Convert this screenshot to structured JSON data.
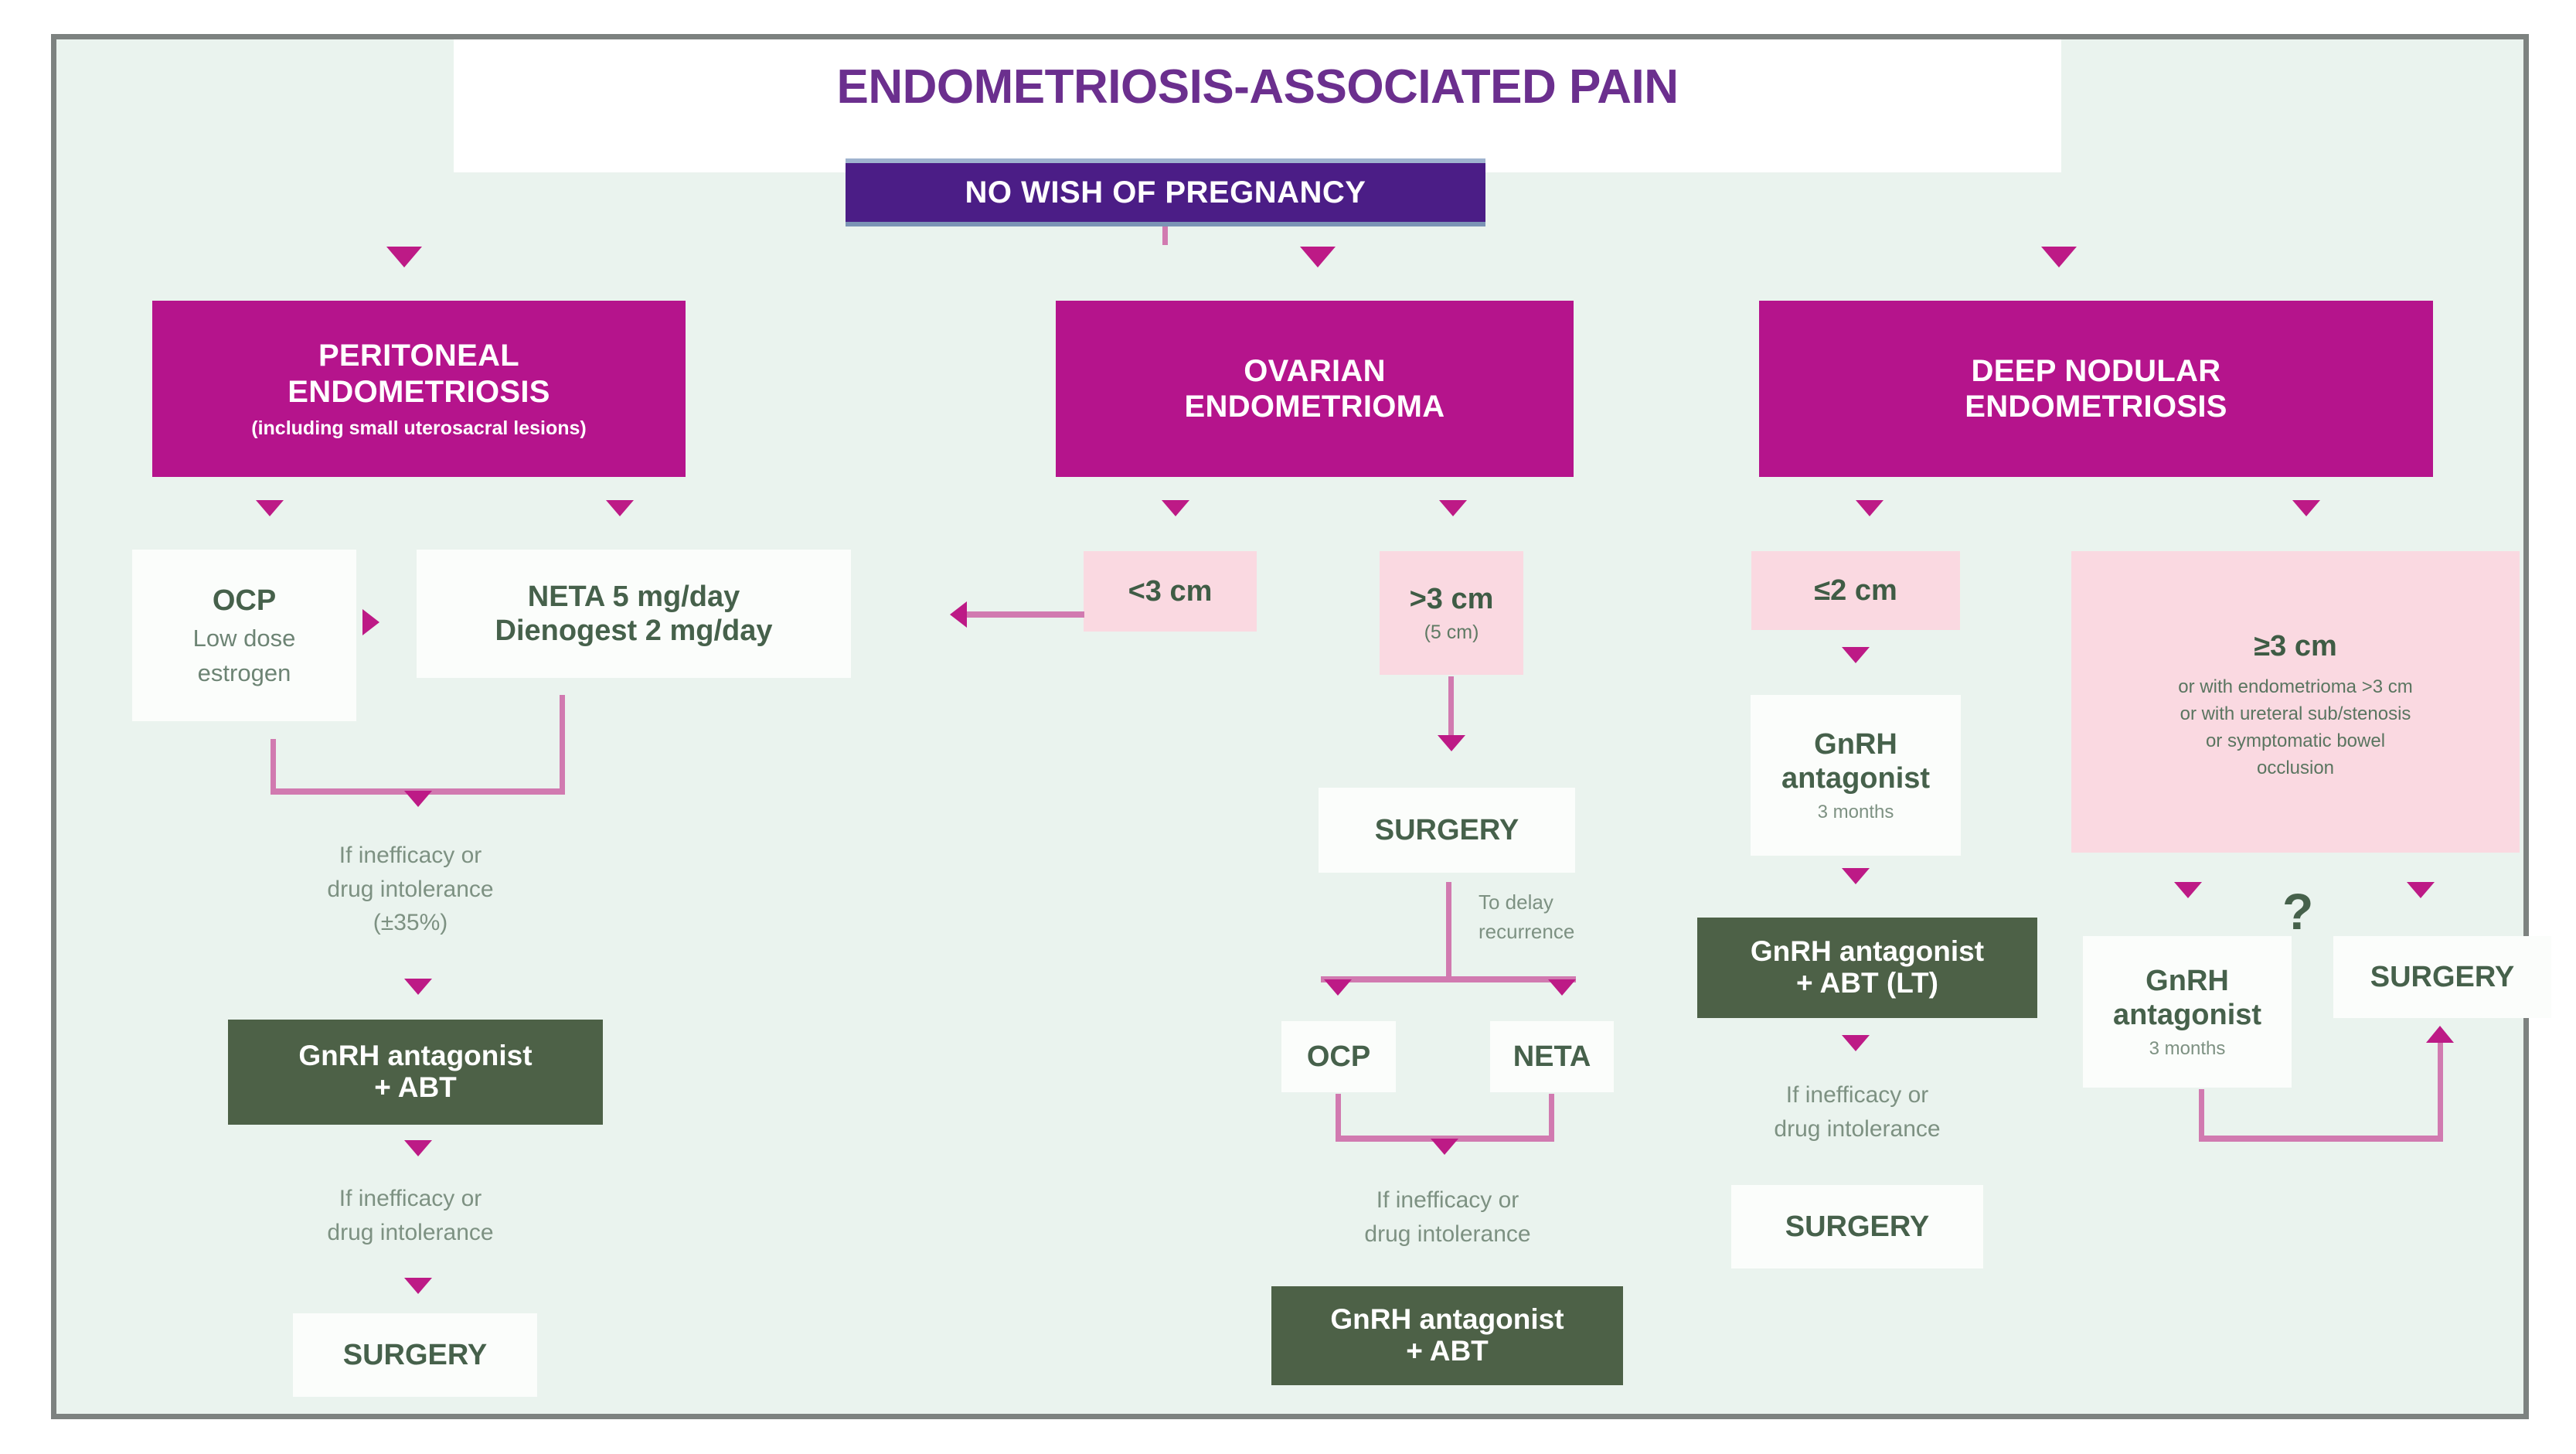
{
  "title": "ENDOMETRIOSIS-ASSOCIATED PAIN",
  "entry": {
    "label": "NO WISH OF PREGNANCY"
  },
  "columns": {
    "peritoneal": {
      "header": "PERITONEAL",
      "header2": "ENDOMETRIOSIS",
      "header_sub": "(including small uterosacral lesions)",
      "ocp": {
        "title": "OCP",
        "line1": "Low dose",
        "line2": "estrogen"
      },
      "neta": {
        "line1": "NETA 5 mg/day",
        "line2": "Dienogest 2 mg/day"
      },
      "caption1_l1": "If inefficacy or",
      "caption1_l2": "drug intolerance",
      "caption1_l3": "(±35%)",
      "gnrh": {
        "line1": "GnRH antagonist",
        "line2": "+ ABT"
      },
      "caption2_l1": "If inefficacy or",
      "caption2_l2": "drug intolerance",
      "surgery": "SURGERY"
    },
    "ovarian": {
      "header": "OVARIAN",
      "header2": "ENDOMETRIOMA",
      "small_cyst": "<3 cm",
      "large_cyst": {
        "title": ">3 cm",
        "sub": "(5 cm)"
      },
      "surgery": "SURGERY",
      "delay_l1": "To delay",
      "delay_l2": "recurrence",
      "ocp": "OCP",
      "neta": "NETA",
      "caption_l1": "If inefficacy or",
      "caption_l2": "drug intolerance",
      "gnrh": {
        "line1": "GnRH antagonist",
        "line2": "+ ABT"
      }
    },
    "deep": {
      "header": "DEEP NODULAR",
      "header2": "ENDOMETRIOSIS",
      "small_nodule": "≤2 cm",
      "gnrh_short": {
        "title": "GnRH",
        "title2": "antagonist",
        "sub": "3 months"
      },
      "gnrh_abt_lt": {
        "line1": "GnRH antagonist",
        "line2": "+ ABT (LT)"
      },
      "caption_l1": "If inefficacy or",
      "caption_l2": "drug intolerance",
      "surgery_left": "SURGERY",
      "large_nodule": {
        "title": "≥3 cm",
        "l1": "or with endometrioma >3 cm",
        "l2": "or with ureteral  sub/stenosis",
        "l3": "or symptomatic bowel",
        "l4": "occlusion"
      },
      "question": "?",
      "gnrh_right": {
        "title": "GnRH",
        "title2": "antagonist",
        "sub": "3 months"
      },
      "surgery_right": "SURGERY"
    }
  },
  "colors": {
    "background": "#eaf3ee",
    "frame": "#7d8280",
    "title_purple": "#6b2f8e",
    "entry_purple": "#4b1d86",
    "magenta": "#b5148c",
    "pink": "#fad9e1",
    "green": "#4d6147",
    "connector": "#d17ab0",
    "arrowhead": "#bd1a86",
    "text_green": "#46614b"
  }
}
